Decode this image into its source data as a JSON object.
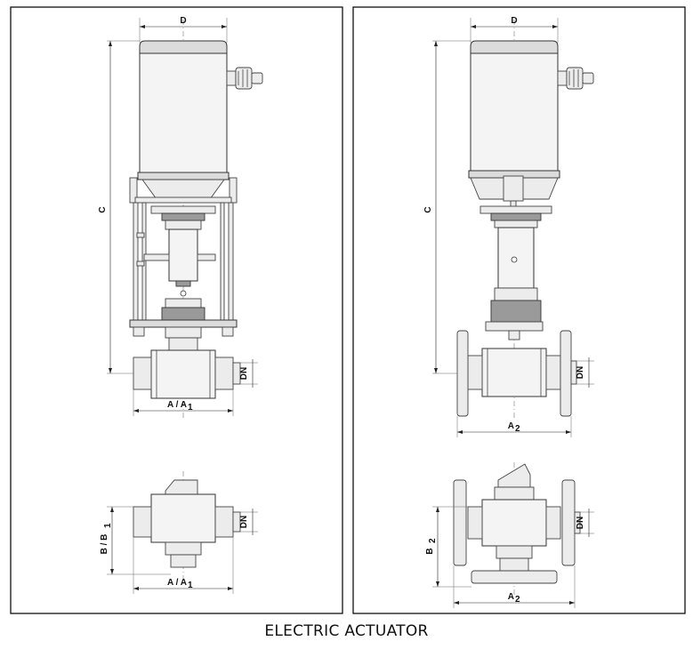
{
  "caption": "ELECTRIC ACTUATOR",
  "left_panel": {
    "dim_top": "D",
    "dim_height": "C",
    "dim_side": "DN",
    "dim_width_base": "A / A",
    "dim_width_sub": "1",
    "bottom_dim_side": "DN",
    "bottom_dim_height_base": "B / B",
    "bottom_dim_height_sub": "1",
    "bottom_dim_width_base": "A / A",
    "bottom_dim_width_sub": "1"
  },
  "right_panel": {
    "dim_top": "D",
    "dim_height": "C",
    "dim_side": "DN",
    "dim_width_base": "A",
    "dim_width_sub": "2",
    "bottom_dim_side": "DN",
    "bottom_dim_height_base": "B",
    "bottom_dim_height_sub": "2",
    "bottom_dim_width_base": "A",
    "bottom_dim_width_sub": "2"
  }
}
